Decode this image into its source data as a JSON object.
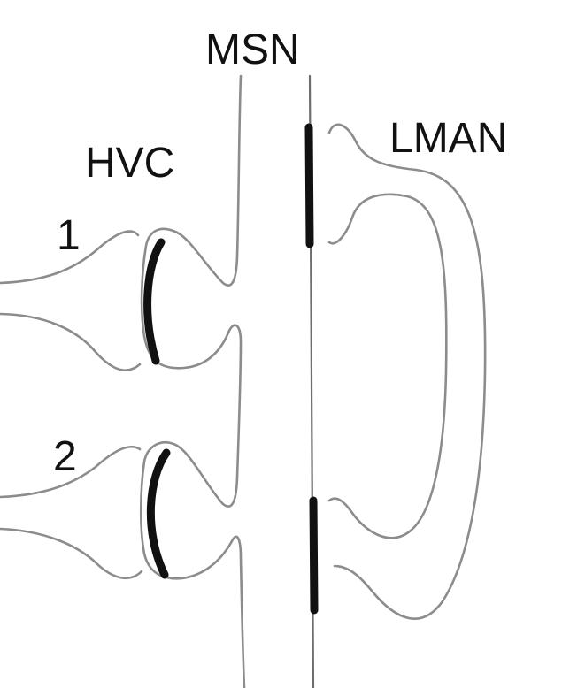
{
  "labels": {
    "msn": "MSN",
    "hvc": "HVC",
    "lman": "LMAN",
    "input1": "1",
    "input2": "2"
  },
  "colors": {
    "background": "#ffffff",
    "outline": "#8c8c8c",
    "synapse": "#111111",
    "text": "#111111"
  }
}
